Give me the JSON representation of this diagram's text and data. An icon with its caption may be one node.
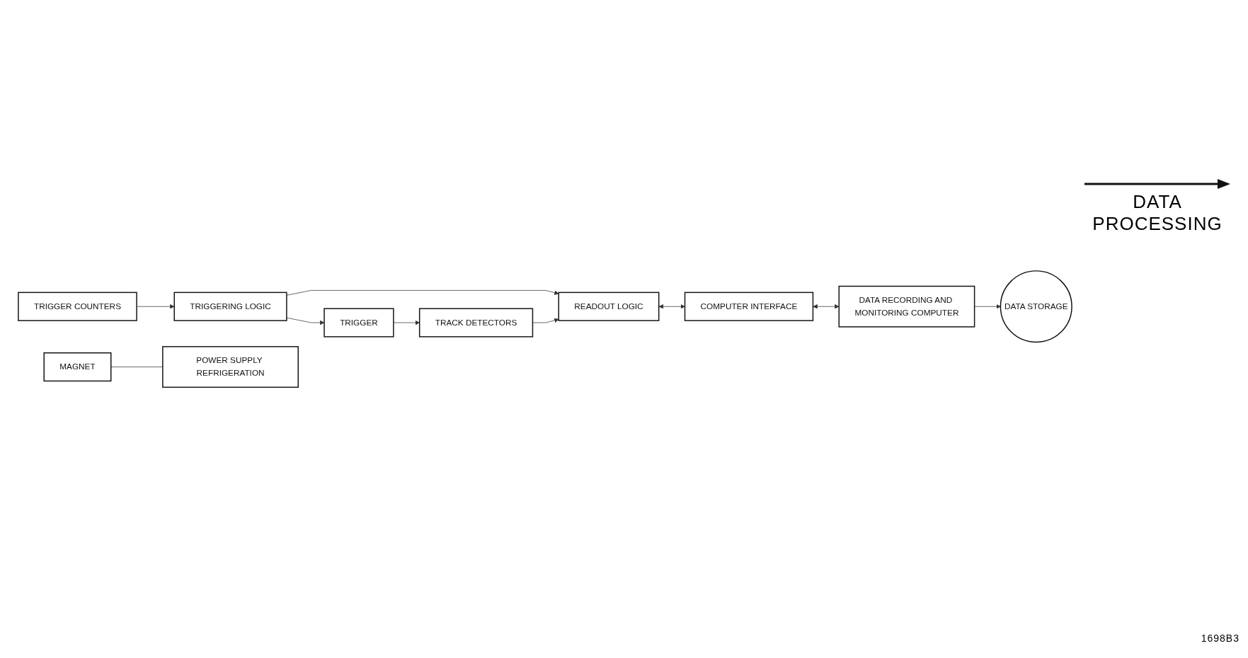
{
  "diagram": {
    "nodes": [
      {
        "text": [
          "TRIGGERING LOGIC"
        ]
      },
      {
        "text": [
          "TRIGGER"
        ]
      },
      {
        "text": [
          "READOUT LOGIC"
        ]
      },
      {
        "text": [
          "COMPUTER INTERFACE"
        ]
      },
      {
        "text": [
          "DATA RECORDING AND MONITORING COMPUTER"
        ]
      },
      {
        "text": [
          "DATA STORAGE"
        ]
      },
      {
        "text": [
          "TRIGGER COUNTERS"
        ]
      },
      {
        "text": [
          "MAGNET"
        ]
      },
      {
        "text": [
          "TRACK DETECTORS"
        ]
      },
      {
        "text": [
          "POWER SUPPLY REFRIGERATION"
        ]
      }
    ],
    "edges": [
      {
        "from": 0,
        "to": 2,
        "arrow": "to"
      },
      {
        "from": 0,
        "to": 1,
        "arrow": "to"
      },
      {
        "from": 2,
        "to": 3,
        "arrow": "both"
      },
      {
        "from": 3,
        "to": 4,
        "arrow": "both"
      },
      {
        "from": 4,
        "to": 5,
        "arrow": "to"
      },
      {
        "from": 6,
        "to": 0,
        "arrow": "to"
      },
      {
        "from": 1,
        "to": 8,
        "arrow": "to"
      },
      {
        "from": 8,
        "to": 2,
        "arrow": "to"
      },
      {
        "from": 7,
        "to": 9,
        "arrow": "none"
      }
    ],
    "labels": [
      "DATA PROCESSING",
      "1698B3"
    ]
  }
}
